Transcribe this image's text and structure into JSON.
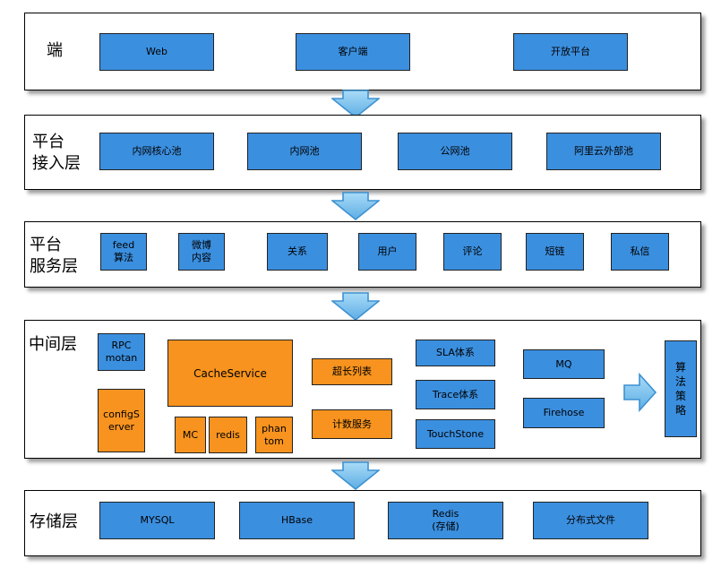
{
  "layers": {
    "client": {
      "title": "端",
      "items": [
        "Web",
        "客户端",
        "开放平台"
      ]
    },
    "access": {
      "title": "平台\n接入层",
      "items": [
        "内网核心池",
        "内网池",
        "公网池",
        "阿里云外部池"
      ]
    },
    "service": {
      "title": "平台\n服务层",
      "items": [
        "feed\n算法",
        "微博\n内容",
        "关系",
        "用户",
        "评论",
        "短链",
        "私信"
      ]
    },
    "middle": {
      "title": "中间层",
      "rpc": "RPC\nmotan",
      "config": "configS\nerver",
      "cache": "CacheService",
      "mc": "MC",
      "redis": "redis",
      "phantom": "phan\ntom",
      "long_list": "超长列表",
      "counter": "计数服务",
      "sla": "SLA体系",
      "trace": "Trace体系",
      "touchstone": "TouchStone",
      "mq": "MQ",
      "firehose": "Firehose",
      "algo": "算\n法\n策\n略"
    },
    "storage": {
      "title": "存储层",
      "items": [
        "MYSQL",
        "HBase",
        "Redis\n(存储)",
        "分布式文件"
      ]
    }
  },
  "colors": {
    "blue_box": "#3b8fdf",
    "orange_box": "#f7931e",
    "arrow_fill": "#7fc5ee",
    "arrow_stroke": "#3d91d1"
  }
}
